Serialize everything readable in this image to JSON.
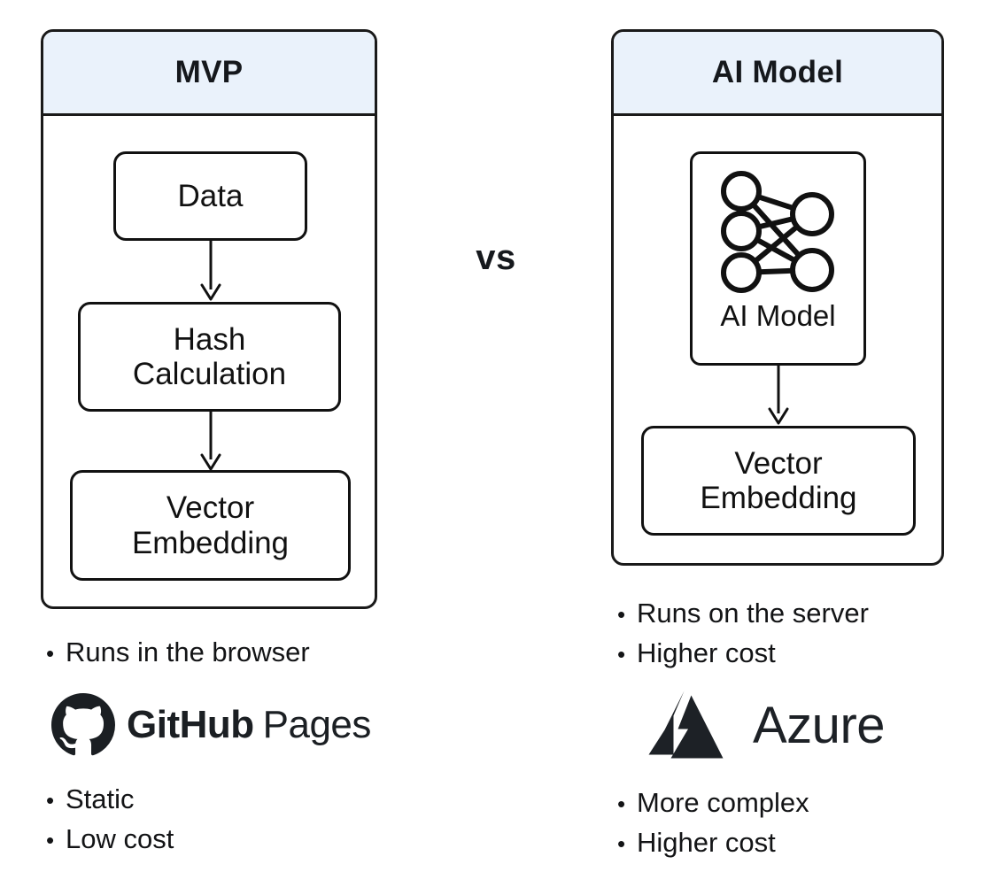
{
  "diagram": {
    "comparison_label": "vs",
    "left": {
      "title": "MVP",
      "flow": [
        {
          "id": "data",
          "label": "Data"
        },
        {
          "id": "hash",
          "label": "Hash\nCalculation"
        },
        {
          "id": "vector",
          "label": "Vector\nEmbedding"
        }
      ],
      "bullets_top": [
        {
          "marker": "•",
          "text": "Runs in the browser"
        }
      ],
      "brand": {
        "icon": "github-logo-icon",
        "name_bold": "GitHub",
        "name_light": "Pages"
      },
      "bullets_bottom": [
        {
          "marker": "•",
          "text": "Static"
        },
        {
          "marker": "•",
          "text": "Low cost"
        }
      ]
    },
    "right": {
      "title": "AI Model",
      "flow": [
        {
          "id": "aimodel",
          "label": "AI Model",
          "icon": "neural-network-icon"
        },
        {
          "id": "vector",
          "label": "Vector\nEmbedding"
        }
      ],
      "bullets_top": [
        {
          "marker": "•",
          "text": "Runs on the server"
        },
        {
          "marker": "•",
          "text": "Higher cost"
        }
      ],
      "brand": {
        "icon": "azure-logo-icon",
        "name": "Azure"
      },
      "bullets_bottom": [
        {
          "marker": "•",
          "text": "More complex"
        },
        {
          "marker": "•",
          "text": "Higher cost"
        }
      ]
    }
  },
  "colors": {
    "header_fill": "#eaf2fb",
    "stroke": "#111111",
    "text": "#131416",
    "github_mark": "#1b1f23",
    "azure_mark": "#1d2126"
  },
  "neural_network": {
    "left_nodes": 3,
    "right_nodes": 2,
    "edges": 6
  }
}
